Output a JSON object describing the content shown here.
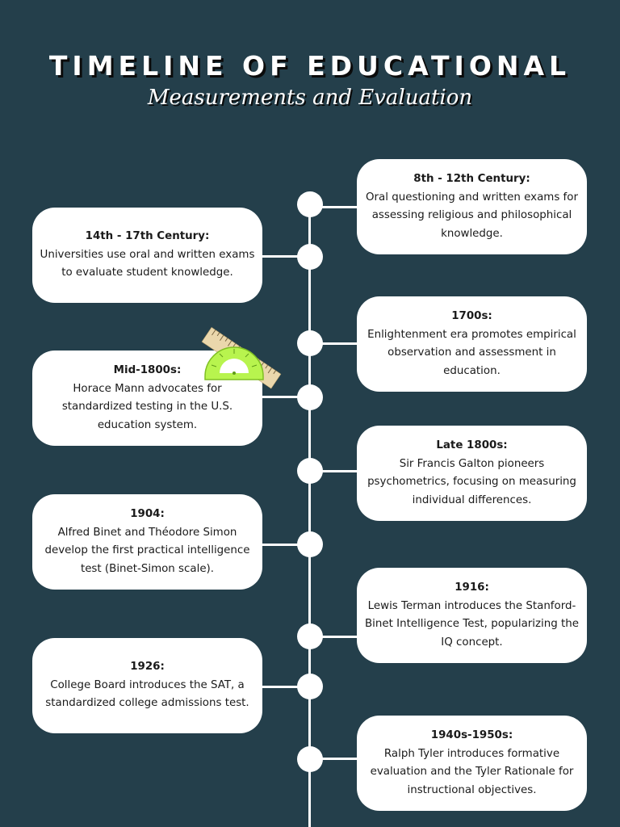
{
  "title": {
    "main": "TIMELINE OF EDUCATIONAL",
    "subtitle": "Measurements and Evaluation"
  },
  "events": [
    {
      "label": "8th - 12th Century:",
      "text": "Oral questioning and written exams for assessing religious and philosophical knowledge."
    },
    {
      "label": "14th - 17th Century:",
      "text": "Universities use oral and written exams to evaluate student knowledge."
    },
    {
      "label": "1700s:",
      "text": "Enlightenment era promotes empirical observation and assessment in education."
    },
    {
      "label": "Mid-1800s:",
      "text": "Horace Mann advocates for standardized testing in the U.S. education system."
    },
    {
      "label": "Late 1800s:",
      "text": "Sir Francis Galton pioneers psychometrics, focusing on measuring individual differences."
    },
    {
      "label": "1904:",
      "text": "Alfred Binet and Théodore Simon develop the first practical intelligence test (Binet-Simon scale)."
    },
    {
      "label": "1916:",
      "text": "Lewis Terman introduces the Stanford-Binet Intelligence Test, popularizing the IQ concept."
    },
    {
      "label": "1926:",
      "text": "College Board introduces the SAT, a standardized college admissions test."
    },
    {
      "label": "1940s-1950s:",
      "text": "Ralph Tyler introduces formative evaluation and the Tyler Rationale for instructional objectives."
    }
  ],
  "decorations": {
    "ruler": "ruler-icon",
    "protractor": "protractor-icon",
    "accent_color": "#b8f44e",
    "ruler_color": "#ead7ac"
  },
  "colors": {
    "background": "#243f4b",
    "card": "#ffffff",
    "line": "#ffffff"
  }
}
